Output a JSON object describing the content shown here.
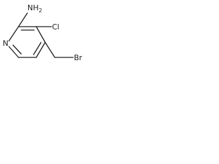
{
  "molecule": {
    "atoms": {
      "n1": "N",
      "nh2": "NH",
      "nh2_subscript": "2",
      "cl": "Cl",
      "br": "Br"
    }
  }
}
